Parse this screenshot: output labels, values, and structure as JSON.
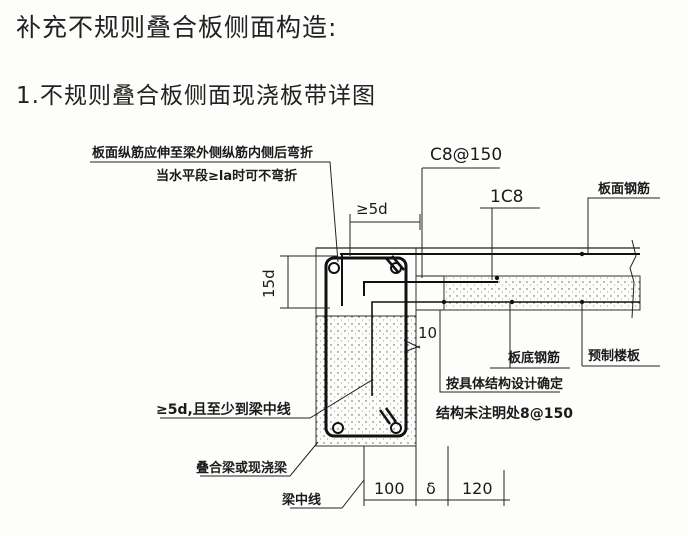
{
  "title": "补充不规则叠合板侧面构造:",
  "subtitle": "1.不规则叠合板侧面现浇板带详图",
  "labels": {
    "top_note_1": "板面纵筋应伸至梁外侧纵筋内侧后弯折",
    "top_note_2": "当水平段≥la时可不弯折",
    "top_rebar": "C8@150",
    "anchor_len": "≥5d",
    "rebar_1c8": "1C8",
    "top_steel": "板面钢筋",
    "hook_height": "15d",
    "gap_10": "10",
    "bottom_steel": "板底钢筋",
    "precast_slab": "预制楼板",
    "design_note_1": "按具体结构设计确定",
    "design_note_2": "结构未注明处8@150",
    "beam_note": "≥5d,且至少到梁中线",
    "beam_type": "叠合梁或现浇梁",
    "beam_center": "梁中线",
    "dim_100": "100",
    "dim_delta": "δ",
    "dim_120": "120"
  },
  "colors": {
    "ink": "#222222",
    "paper": "#fdfdfb"
  }
}
